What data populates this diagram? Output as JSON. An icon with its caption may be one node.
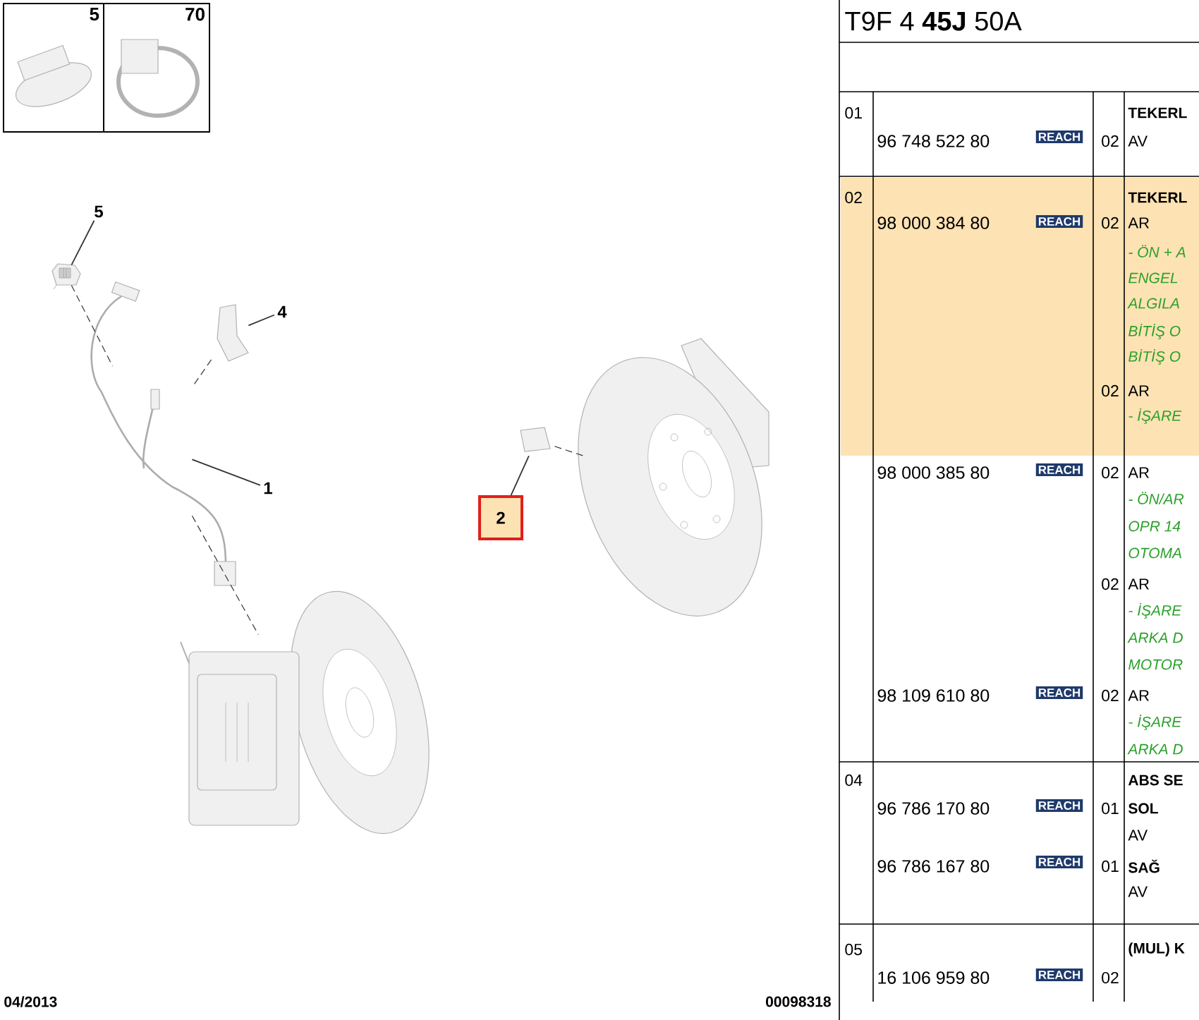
{
  "diagram": {
    "nodes": [
      {
        "text": [
          "5"
        ]
      },
      {
        "text": [
          "70"
        ]
      },
      {
        "text": [
          "5"
        ]
      },
      {
        "text": [],
        "shape": "picture"
      },
      {
        "text": [
          "4"
        ]
      },
      {
        "text": [],
        "shape": "picture"
      },
      {
        "text": [
          "1"
        ]
      },
      {
        "text": [],
        "shape": "picture"
      },
      {
        "text": [
          "2"
        ]
      },
      {
        "text": [],
        "shape": "picture"
      },
      {
        "text": [],
        "shape": "picture"
      },
      {
        "text": [],
        "shape": "picture"
      }
    ],
    "edges": [
      {
        "from": 2,
        "to": 3,
        "arrow": "none"
      },
      {
        "from": 4,
        "to": 5,
        "arrow": "none"
      },
      {
        "from": 6,
        "to": 7,
        "arrow": "none"
      },
      {
        "from": 8,
        "to": 9,
        "arrow": "none"
      },
      {
        "from": 3,
        "to": 7,
        "arrow": "none",
        "style": "dashed"
      },
      {
        "from": 5,
        "to": 7,
        "arrow": "none",
        "style": "dashed"
      },
      {
        "from": 7,
        "to": 11,
        "arrow": "none",
        "style": "dashed"
      },
      {
        "from": 9,
        "to": 10,
        "arrow": "none",
        "style": "dashed"
      }
    ],
    "labels": [
      "T9F 4 **45J** 50A",
      "01",
      "TEKERL",
      "96 748 522 80",
      "REACH",
      "02",
      "AV",
      "02",
      "TEKERL",
      "98 000 384 80",
      "REACH",
      "02",
      "AR",
      "- ÖN + A",
      "ENGEL",
      "ALGILA",
      "BİTİŞ O",
      "BİTİŞ O",
      "02",
      "AR",
      "- İŞARE",
      "98 000 385 80",
      "REACH",
      "02",
      "AR",
      "- ÖN/AR",
      "OPR 14",
      "OTOMA",
      "02",
      "AR",
      "- İŞARE",
      "ARKA D",
      "MOTOR",
      "98 109 610 80",
      "REACH",
      "02",
      "AR",
      "- İŞARE",
      "ARKA D",
      "04",
      "ABS SE",
      "96 786 170 80",
      "REACH",
      "01",
      "SOL",
      "AV",
      "96 786 167 80",
      "REACH",
      "01",
      "SAĞ",
      "AV",
      "05",
      "(MUL) K",
      "16 106 959 80",
      "REACH",
      "02",
      "04/2013",
      "00098318"
    ]
  }
}
